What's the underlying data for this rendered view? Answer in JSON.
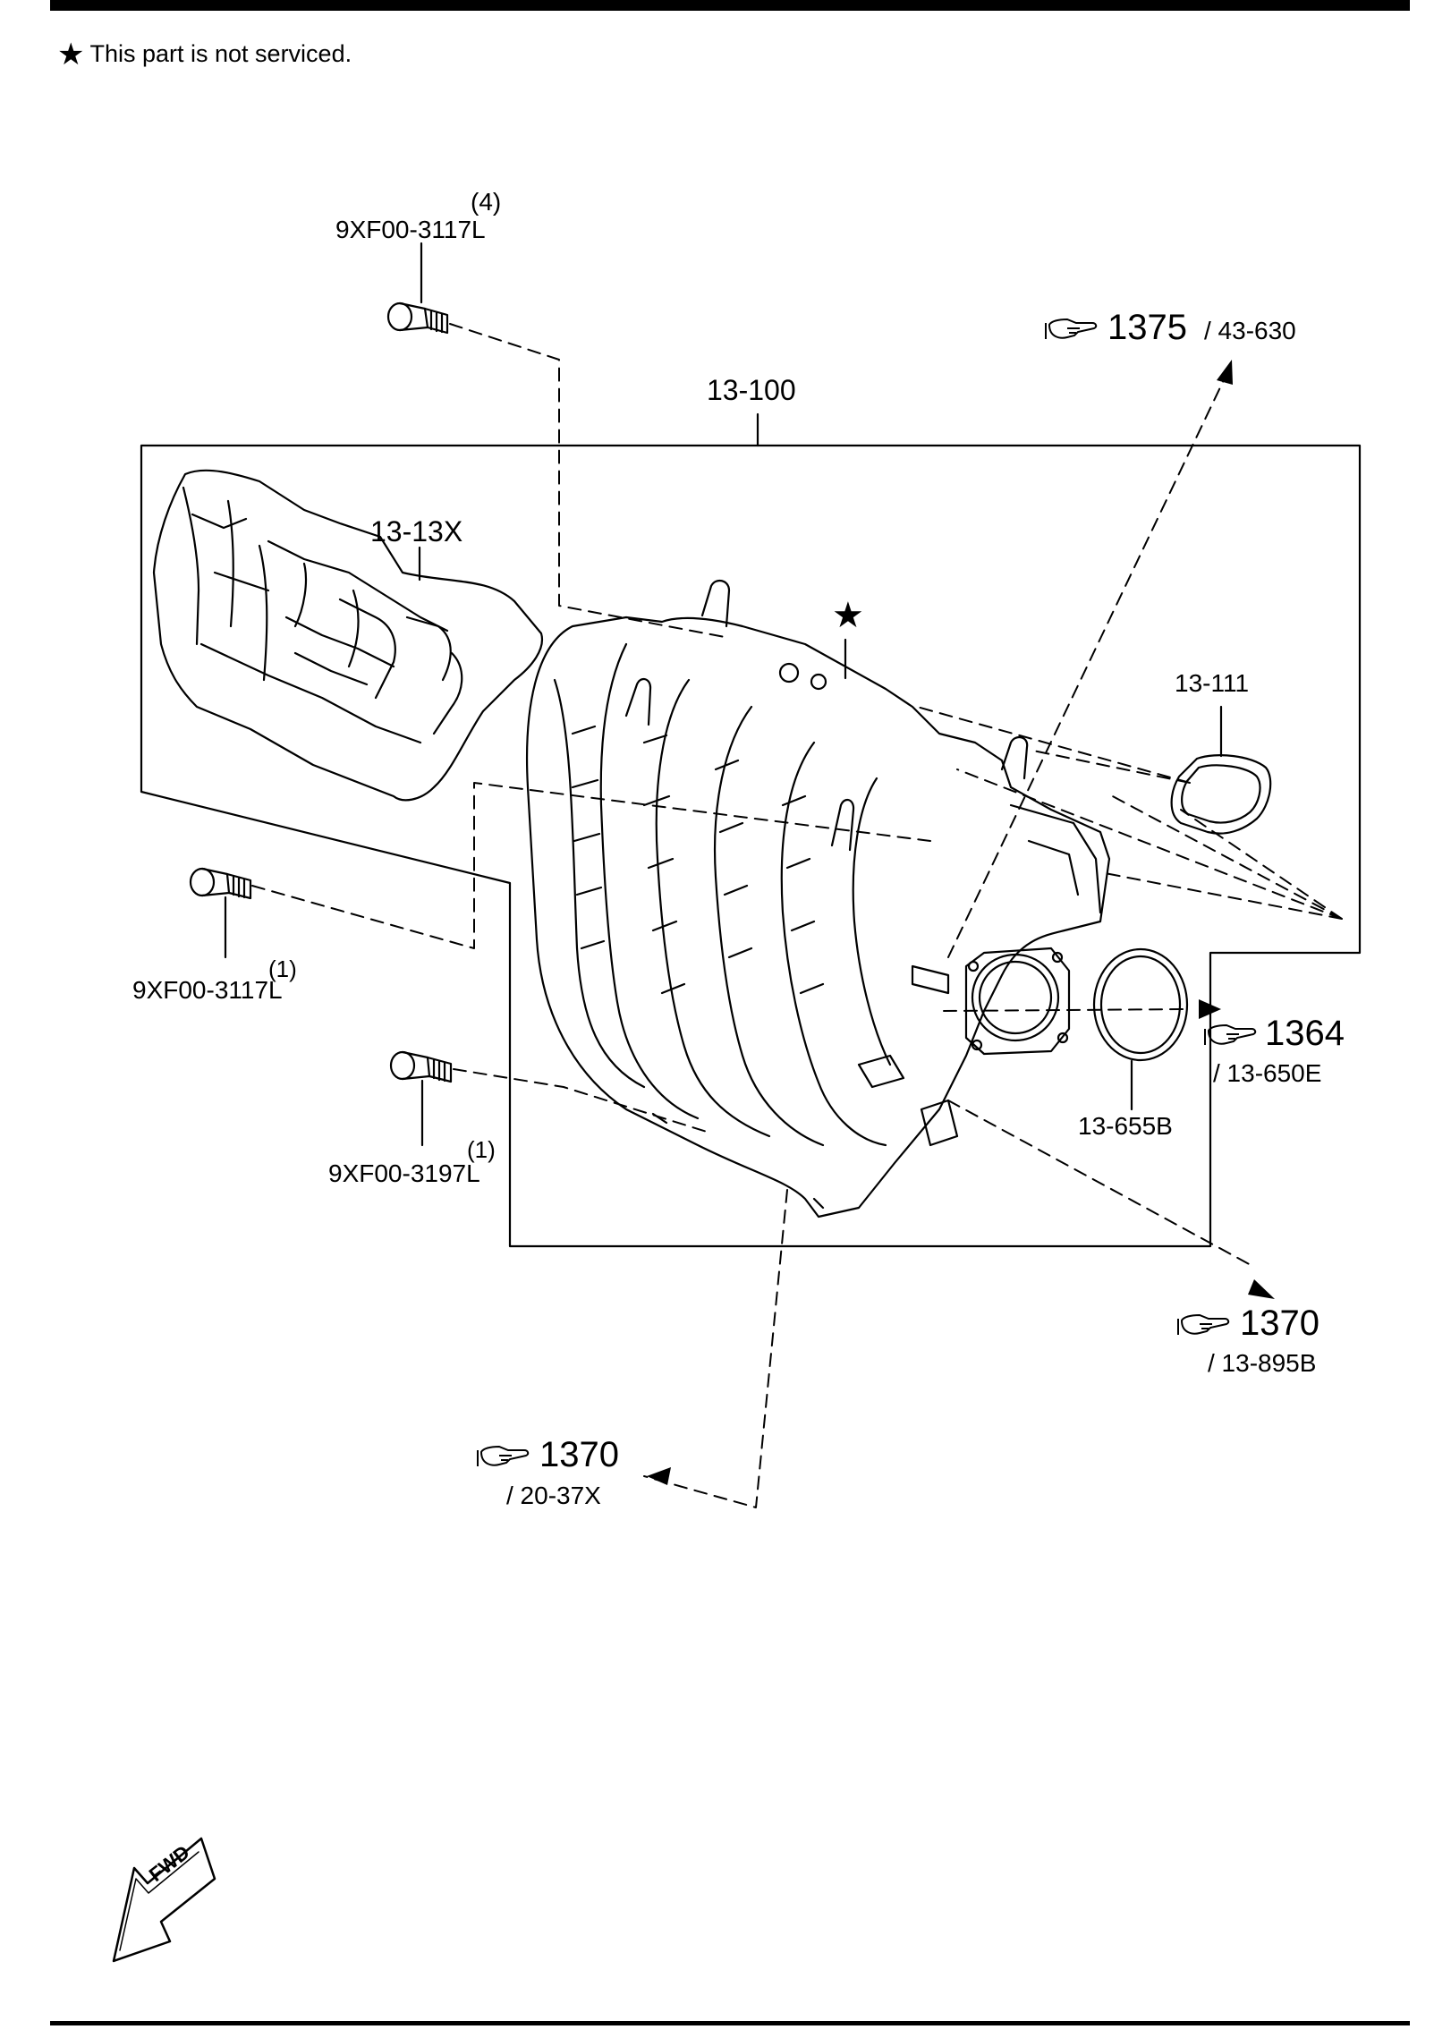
{
  "note": {
    "star": "★",
    "text": "This part is not serviced."
  },
  "labels": {
    "bolt_top_qty": "(4)",
    "bolt_top_part": "9XF00-3117L",
    "manifold_assy": "13-100",
    "cover": "13-13X",
    "gasket_small": "13-111",
    "bolt_mid_qty": "(1)",
    "bolt_mid_part": "9XF00-3117L",
    "bolt_low_qty": "(1)",
    "bolt_low_part": "9XF00-3197L",
    "gasket_ring": "13-655B",
    "star_marker": "★"
  },
  "references": [
    {
      "id": "ref-1375",
      "page": "1375",
      "code": "/ 43-630"
    },
    {
      "id": "ref-1364",
      "page": "1364",
      "code": "/ 13-650E"
    },
    {
      "id": "ref-1370-right",
      "page": "1370",
      "code": "/ 13-895B"
    },
    {
      "id": "ref-1370-left",
      "page": "1370",
      "code": "/ 20-37X"
    }
  ],
  "fwd_label": "FWD",
  "icons": {
    "hand": "pointing-hand-icon",
    "fwd": "fwd-arrow-icon"
  }
}
